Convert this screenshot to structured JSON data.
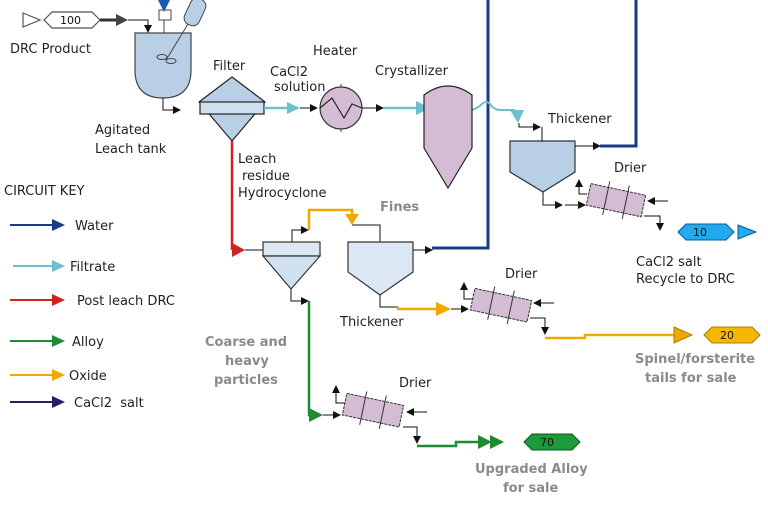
{
  "colors": {
    "water": "#1a3a8a",
    "filtrate": "#6cc0cc",
    "post_leach": "#d42020",
    "alloy": "#1e8a34",
    "oxide": "#f0a800",
    "cacl2_salt": "#2a1a6a",
    "vessel_blue": "#b8cfe6",
    "vessel_purple": "#d4bcd4",
    "stream_tag_cyan": "#22aaee",
    "label_grey": "#8a8a8a"
  },
  "streams": {
    "feed": {
      "number": "100",
      "label": "DRC Product"
    },
    "cacl2_recycle": {
      "number": "10",
      "label_line1": "CaCl2 salt",
      "label_line2": "Recycle to DRC"
    },
    "tails": {
      "number": "20",
      "label_line1": "Spinel/forsterite",
      "label_line2": "tails for sale"
    },
    "alloy": {
      "number": "70",
      "label_line1": "Upgraded Alloy",
      "label_line2": "for sale"
    }
  },
  "units": {
    "leach_tank": {
      "line1": "Agitated",
      "line2": "Leach tank"
    },
    "filter": "Filter",
    "cacl2_solution": {
      "line1": "CaCl2",
      "line2": "solution"
    },
    "heater": "Heater",
    "crystallizer": "Crystallizer",
    "thickener_1": "Thickener",
    "drier_1": "Drier",
    "hydrocyclone": {
      "line1": "Leach",
      "line2": "residue",
      "line3": "Hydrocyclone"
    },
    "fines": "Fines",
    "thickener_2": "Thickener",
    "drier_2": "Drier",
    "coarse": {
      "line1": "Coarse and",
      "line2": "heavy",
      "line3": "particles"
    },
    "drier_3": "Drier"
  },
  "key": {
    "title": "CIRCUIT KEY",
    "items": [
      {
        "label": "Water",
        "color_key": "water"
      },
      {
        "label": "Filtrate",
        "color_key": "filtrate"
      },
      {
        "label": "Post leach DRC",
        "color_key": "post_leach"
      },
      {
        "label": "Alloy",
        "color_key": "alloy"
      },
      {
        "label": "Oxide",
        "color_key": "oxide"
      },
      {
        "label": "CaCl2  salt",
        "color_key": "cacl2_salt"
      }
    ]
  }
}
